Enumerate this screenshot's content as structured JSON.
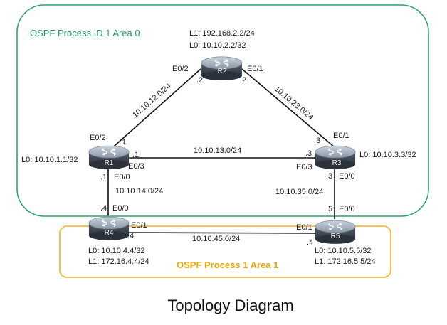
{
  "areas": {
    "green": {
      "label": "OSPF Process ID 1 Area 0",
      "color": "#1f9a63"
    },
    "yellow": {
      "label": "OSPF Process 1 Area 1",
      "color": "#e8a70c"
    }
  },
  "routers": {
    "r1": {
      "name": "R1",
      "icon": "router-icon",
      "loopbacks": [
        "L0: 10.10.1.1/32"
      ]
    },
    "r2": {
      "name": "R2",
      "icon": "router-icon",
      "loopbacks": [
        "L1: 192.168.2.2/24",
        "L0: 10.10.2.2/32"
      ]
    },
    "r3": {
      "name": "R3",
      "icon": "router-icon",
      "loopbacks": [
        "L0: 10.10.3.3/32"
      ]
    },
    "r4": {
      "name": "R4",
      "icon": "router-icon",
      "loopbacks": [
        "L0: 10.10.4.4/32",
        "L1: 172.16.4.4/24"
      ]
    },
    "r5": {
      "name": "R5",
      "icon": "router-icon",
      "loopbacks": [
        "L0: 10.10.5.5/32",
        "L1: 172.16.5.5/24"
      ]
    }
  },
  "links": {
    "r1_r2": {
      "network": "10.10.12.0/24",
      "r1_if": "E0/2",
      "r1_host": ".1",
      "r2_if": "E0/2",
      "r2_host": ".2"
    },
    "r2_r3": {
      "network": "10.10.23.0/24",
      "r2_if": "E0/1",
      "r2_host": ".2",
      "r3_if": "E0/1",
      "r3_host": ".3"
    },
    "r1_r3": {
      "network": "10.10.13.0/24",
      "r1_if": "E0/3",
      "r1_host": ".1",
      "r3_if": "E0/3",
      "r3_host": ".3"
    },
    "r1_r4": {
      "network": "10.10.14.0/24",
      "r1_if": "E0/0",
      "r1_host": ".1",
      "r4_if": "E0/0",
      "r4_host": ".4"
    },
    "r3_r5": {
      "network": "10.10.35.0/24",
      "r3_if": "E0/0",
      "r3_host": ".3",
      "r5_if": "E0/0",
      "r5_host": ".5"
    },
    "r4_r5": {
      "network": "10.10.45.0/24",
      "r4_if": "E0/1",
      "r4_host": ".4",
      "r5_if": "E0/1",
      "r5_host": ".4"
    }
  },
  "caption": "Topology Diagram"
}
